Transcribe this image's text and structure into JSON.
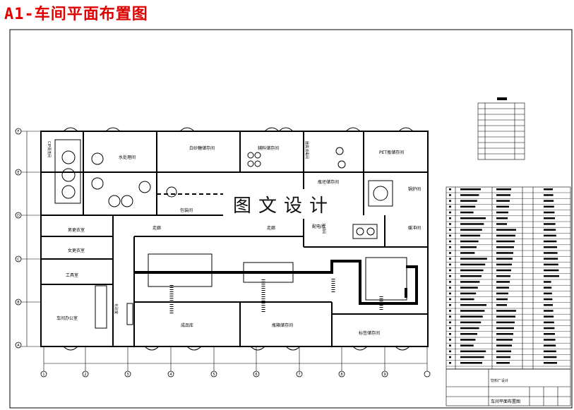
{
  "title": "A1-车间平面布置图",
  "watermark": "图文设计",
  "rooms": {
    "water": "水处理间",
    "sugar_store": "白砂糖储存间",
    "aux_store": "辅料储存间",
    "pet_store": "PET瓶储存间",
    "sterilize": "器具消毒间",
    "pet_feed": "瓶坯储存间",
    "boiler": "锅炉间",
    "packing": "包装间",
    "corridor_a": "走廊",
    "corridor_b": "走廊",
    "change_men": "男更衣室",
    "change_women": "女更衣室",
    "tools": "工具室",
    "office": "车间办公室",
    "lab": "化验室",
    "product": "成品库",
    "bottle_store": "瓶箱储存间",
    "label_store": "标签储存间",
    "side_room": "配电间",
    "buffer": "缓冲间",
    "cooling": "冷却间",
    "left_cip": "CIP清洗间"
  },
  "grid": {
    "rows": [
      "F",
      "E",
      "D",
      "C",
      "B",
      "A"
    ],
    "cols": [
      "1",
      "2",
      "3",
      "4",
      "5",
      "6",
      "7",
      "8",
      "9"
    ]
  },
  "title_block": {
    "school": "饮料厂设计",
    "drawing": "车间平面布置图"
  }
}
